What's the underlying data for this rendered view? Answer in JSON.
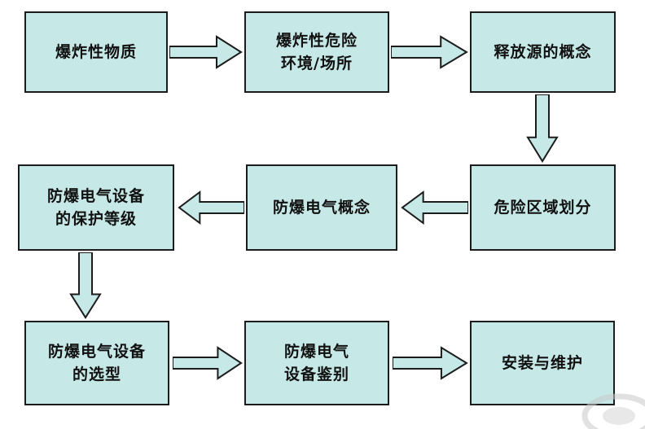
{
  "diagram": {
    "type": "flowchart",
    "background": "#ffffff",
    "colors": {
      "shape_fill": "#c6e8e6",
      "shape_border": "#1c1c1c",
      "text": "#111111"
    },
    "nodes": [
      {
        "id": "n1",
        "label": "爆炸性物质"
      },
      {
        "id": "n2",
        "label": "爆炸性危险\n环境/场所"
      },
      {
        "id": "n3",
        "label": "释放源的概念"
      },
      {
        "id": "n4",
        "label": "危险区域划分"
      },
      {
        "id": "n5",
        "label": "防爆电气概念"
      },
      {
        "id": "n6",
        "label": "防爆电气设备\n的保护等级"
      },
      {
        "id": "n7",
        "label": "防爆电气设备\n的选型"
      },
      {
        "id": "n8",
        "label": "防爆电气\n设备鉴别"
      },
      {
        "id": "n9",
        "label": "安装与维护"
      }
    ],
    "edges": [
      {
        "from": "n1",
        "to": "n2",
        "direction": "right"
      },
      {
        "from": "n2",
        "to": "n3",
        "direction": "right"
      },
      {
        "from": "n3",
        "to": "n4",
        "direction": "down"
      },
      {
        "from": "n4",
        "to": "n5",
        "direction": "left"
      },
      {
        "from": "n5",
        "to": "n6",
        "direction": "left"
      },
      {
        "from": "n6",
        "to": "n7",
        "direction": "down"
      },
      {
        "from": "n7",
        "to": "n8",
        "direction": "right"
      },
      {
        "from": "n8",
        "to": "n9",
        "direction": "right"
      }
    ]
  }
}
